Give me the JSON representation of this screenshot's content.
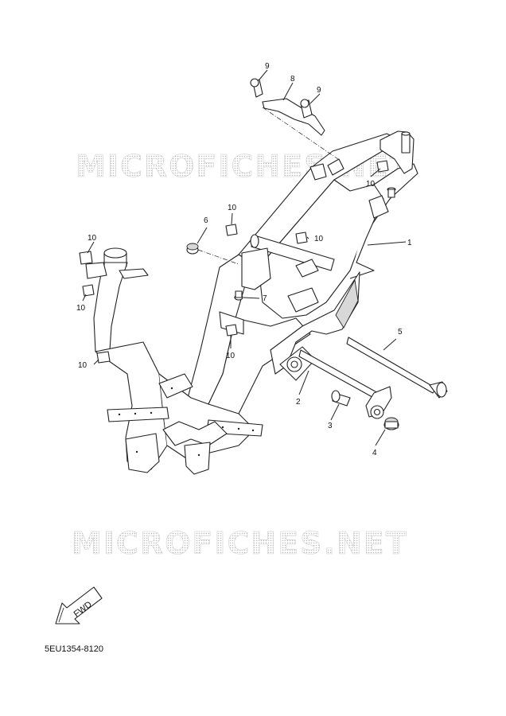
{
  "watermark": {
    "top": "MICROFICHES.NET",
    "bottom": "MICROFICHES.NET"
  },
  "arrow": {
    "label": "FWD"
  },
  "reference_code": "5EU1354-8120",
  "callouts": [
    {
      "id": "c9a",
      "label": "9"
    },
    {
      "id": "c8",
      "label": "8"
    },
    {
      "id": "c9b",
      "label": "9"
    },
    {
      "id": "c10a",
      "label": "10"
    },
    {
      "id": "c10b",
      "label": "10"
    },
    {
      "id": "c6",
      "label": "6"
    },
    {
      "id": "c10c",
      "label": "10"
    },
    {
      "id": "c1",
      "label": "1"
    },
    {
      "id": "c10d",
      "label": "10"
    },
    {
      "id": "c10e",
      "label": "10"
    },
    {
      "id": "c7",
      "label": "7"
    },
    {
      "id": "c10f",
      "label": "10"
    },
    {
      "id": "c10g",
      "label": "10"
    },
    {
      "id": "c5",
      "label": "5"
    },
    {
      "id": "c2",
      "label": "2"
    },
    {
      "id": "c3",
      "label": "3"
    },
    {
      "id": "c4",
      "label": "4"
    }
  ]
}
